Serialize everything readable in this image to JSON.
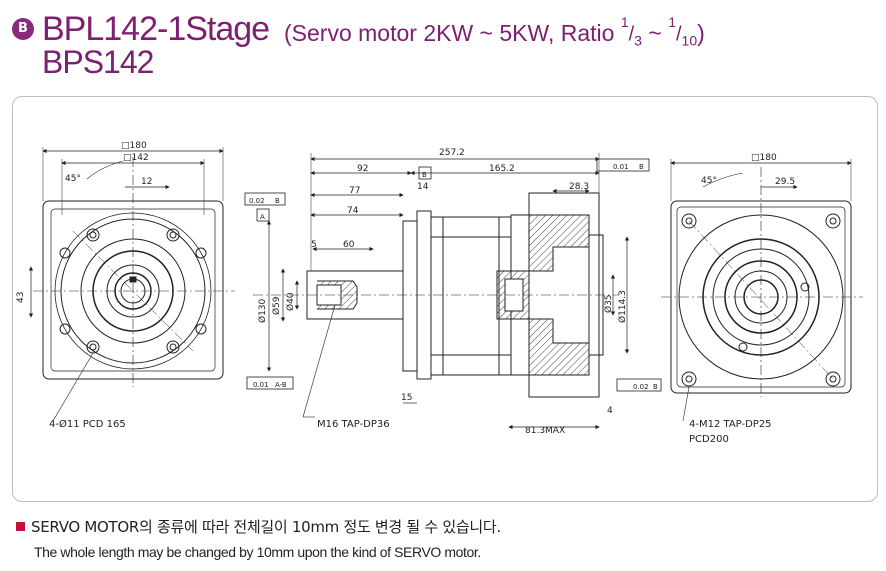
{
  "header": {
    "badge": "B",
    "title_main": "BPL142-1Stage",
    "spec_prefix": "(Servo motor 2KW ~ 5KW, Ratio",
    "ratio_a_num": "1",
    "ratio_a_den": "3",
    "ratio_sep": "~",
    "ratio_b_num": "1",
    "ratio_b_den": "10",
    "spec_suffix": ")",
    "title_sub": "BPS142"
  },
  "drawing": {
    "left_view": {
      "dim_outer": "□180",
      "dim_inner": "□142",
      "angle": "45°",
      "key_width": "12",
      "height_dim": "43",
      "hole_label": "4-Ø11 PCD 165"
    },
    "side_view": {
      "overall": "257.2",
      "d92": "92",
      "d165": "165.2",
      "d77": "77",
      "d14": "14",
      "d28": "28.3",
      "d74": "74",
      "d5": "5",
      "d60": "60",
      "d15": "15",
      "d4": "4",
      "d81": "81.3MAX",
      "dia130": "Ø130",
      "dia59": "Ø59",
      "dia40": "Ø40",
      "dia35": "Ø35",
      "dia114": "Ø114.3",
      "tap_label": "M16 TAP-DP36",
      "tol_top_left": "0.02",
      "tol_top_left_ref": "B",
      "datum_a": "A",
      "tol_bottom_left": "0.01",
      "tol_bottom_left_ref": "A-B",
      "tol_top_right": "0.01",
      "tol_top_right_ref": "B",
      "datum_b": "B",
      "tol_right": "0.02",
      "tol_right_ref": "B"
    },
    "right_view": {
      "dim_outer": "□180",
      "angle": "45°",
      "d29": "29.5",
      "tap_label": "4-M12 TAP-DP25",
      "pcd": "PCD200"
    }
  },
  "notes": {
    "korean": "SERVO MOTOR의 종류에 따라 전체길이 10mm 정도 변경 될 수 있습니다.",
    "english": "The whole length may be changed by 10mm upon the kind of SERVO motor."
  }
}
